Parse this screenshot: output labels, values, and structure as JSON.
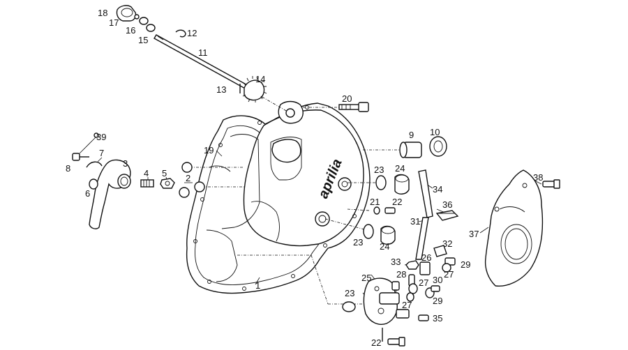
{
  "diagram": {
    "brand_text": "aprilia",
    "labels": [
      {
        "id": "c18",
        "text": "18"
      },
      {
        "id": "c17",
        "text": "17"
      },
      {
        "id": "c16",
        "text": "16"
      },
      {
        "id": "c15",
        "text": "15"
      },
      {
        "id": "c12",
        "text": "12"
      },
      {
        "id": "c11",
        "text": "11"
      },
      {
        "id": "c13",
        "text": "13"
      },
      {
        "id": "c14",
        "text": "14"
      },
      {
        "id": "c20",
        "text": "20"
      },
      {
        "id": "c39",
        "text": "39"
      },
      {
        "id": "c7",
        "text": "7"
      },
      {
        "id": "c8",
        "text": "8"
      },
      {
        "id": "c3",
        "text": "3"
      },
      {
        "id": "c4",
        "text": "4"
      },
      {
        "id": "c5",
        "text": "5"
      },
      {
        "id": "c6",
        "text": "6"
      },
      {
        "id": "c19",
        "text": "19"
      },
      {
        "id": "c2",
        "text": "2"
      },
      {
        "id": "c1",
        "text": "1"
      },
      {
        "id": "c9",
        "text": "9"
      },
      {
        "id": "c10",
        "text": "10"
      },
      {
        "id": "c23a",
        "text": "23"
      },
      {
        "id": "c24a",
        "text": "24"
      },
      {
        "id": "c34",
        "text": "34"
      },
      {
        "id": "c21",
        "text": "21"
      },
      {
        "id": "c22",
        "text": "22"
      },
      {
        "id": "c36",
        "text": "36"
      },
      {
        "id": "c31",
        "text": "31"
      },
      {
        "id": "c23b",
        "text": "23"
      },
      {
        "id": "c24b",
        "text": "24"
      },
      {
        "id": "c38",
        "text": "38"
      },
      {
        "id": "c37",
        "text": "37"
      },
      {
        "id": "c32",
        "text": "32"
      },
      {
        "id": "c33",
        "text": "33"
      },
      {
        "id": "c29a",
        "text": "29"
      },
      {
        "id": "c26",
        "text": "26"
      },
      {
        "id": "c27a",
        "text": "27"
      },
      {
        "id": "c25",
        "text": "25"
      },
      {
        "id": "c28",
        "text": "28"
      },
      {
        "id": "c30",
        "text": "30"
      },
      {
        "id": "c27b",
        "text": "27"
      },
      {
        "id": "c23c",
        "text": "23"
      },
      {
        "id": "c29b",
        "text": "29"
      },
      {
        "id": "c27c",
        "text": "27"
      },
      {
        "id": "c35",
        "text": "35"
      },
      {
        "id": "c22b",
        "text": "22"
      }
    ]
  }
}
